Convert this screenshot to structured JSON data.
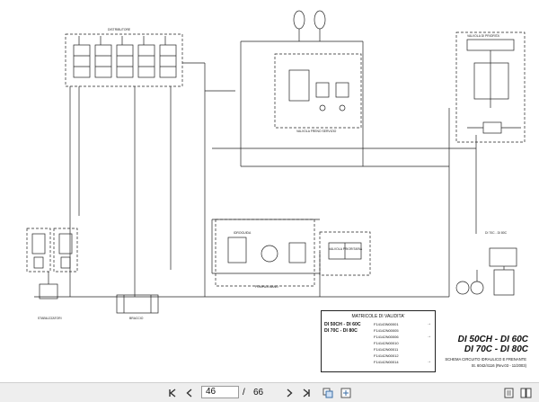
{
  "document": {
    "labels": {
      "distributor": "DISTRIBUTORE",
      "brake_valve": "VALVOLA FRENO SERVIZIO",
      "brake_pedal": "VALVOLA DI PRIORITA'",
      "prio_valve": "VALVOLA PRIORITARIA",
      "steering_pump": "POMPA A MANO",
      "orbitrol": "IDROGUIDA",
      "cylinders_left": "STABILIZZATORI",
      "cylinders_mid": "BRACCIO",
      "model_box_label": "DI 70C - DI 80C"
    },
    "validity": {
      "title": "MATRICOLE DI VALIDITA'",
      "rows": [
        {
          "model": "DI 50CH - DI 60C",
          "code": "F14143N00001",
          "arrow": "→"
        },
        {
          "model": "",
          "code": "F14142N00005",
          "arrow": ""
        },
        {
          "model": "DI 70C - DI 80C",
          "code": "F14142N00006",
          "arrow": "→"
        },
        {
          "model": "",
          "code": "F14142N00010",
          "arrow": ""
        },
        {
          "model": "",
          "code": "F14142N00011",
          "arrow": ""
        },
        {
          "model": "",
          "code": "F14142N00012",
          "arrow": ""
        },
        {
          "model": "",
          "code": "F14142N00014",
          "arrow": "→"
        }
      ]
    },
    "models_line1": "DI 50CH - DI 60C",
    "models_line2": "DI 70C - DI 80C",
    "scheme_title": "SCHEMA CIRCUITO IDRAULICO E FRENANTE",
    "scheme_ref": "St. 6042/4116   (Rev.03 - 11/2003)"
  },
  "toolbar": {
    "first_icon": "first-page-icon",
    "prev_icon": "previous-page-icon",
    "current_page": "46",
    "separator": "/",
    "total_pages": "66",
    "next_icon": "next-page-icon",
    "last_icon": "last-page-icon",
    "copy_icon": "copy-pages-icon",
    "fit_icon": "fit-page-icon",
    "single_view_icon": "single-page-view-icon",
    "double_view_icon": "double-page-view-icon"
  }
}
